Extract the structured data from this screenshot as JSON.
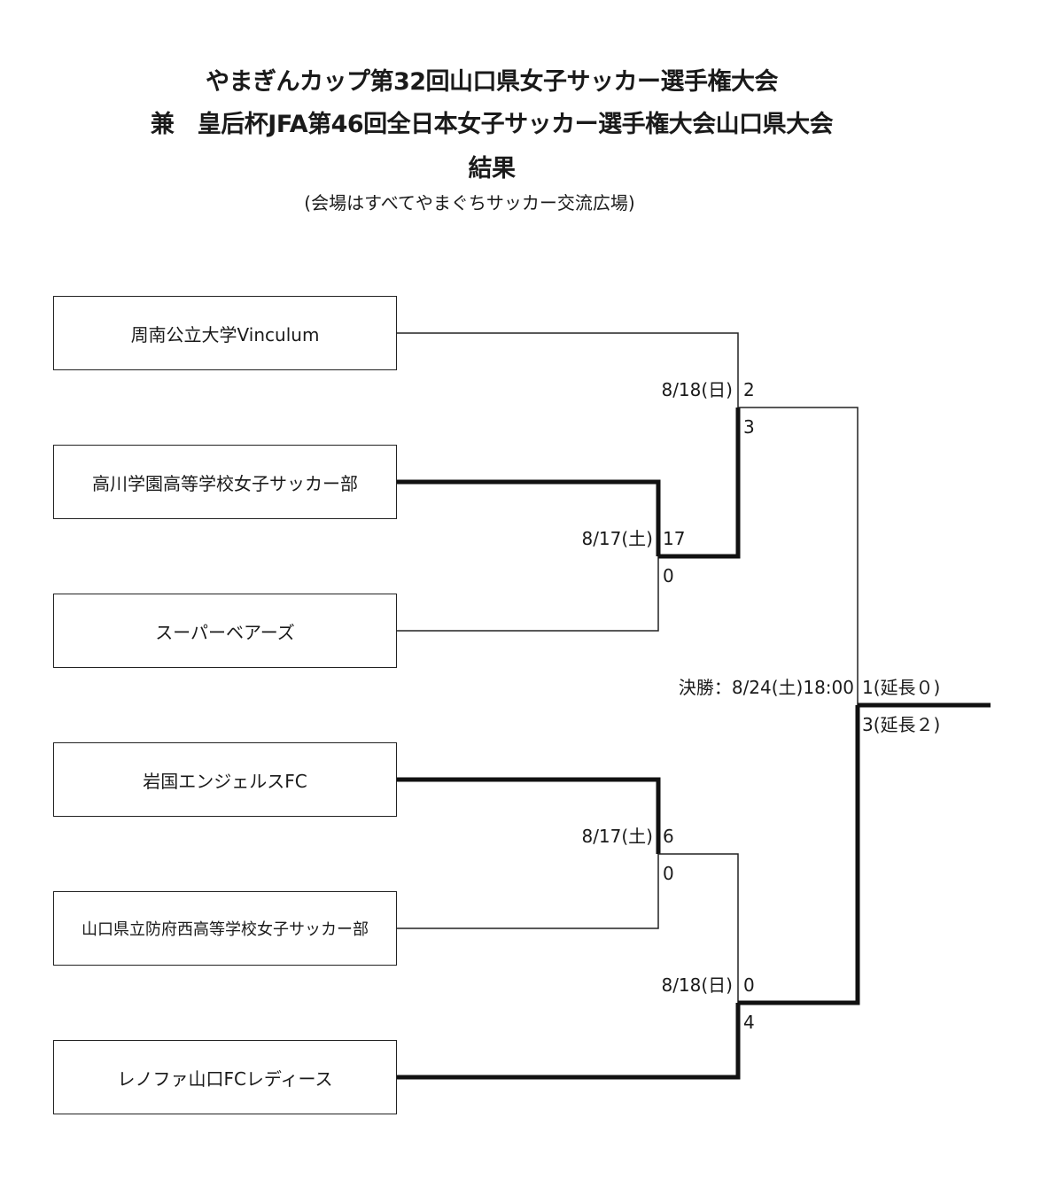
{
  "header": {
    "title_line1": "やまぎんカップ第32回山口県女子サッカー選手権大会",
    "title_line2": "兼　皇后杯JFA第46回全日本女子サッカー選手権大会山口県大会",
    "title_line3": "結果",
    "venue_note": "(会場はすべてやまぐちサッカー交流広場)"
  },
  "teams": [
    "周南公立大学Vinculum",
    "高川学園高等学校女子サッカー部",
    "スーパーベアーズ",
    "岩国エンジェルスFC",
    "山口県立防府西高等学校女子サッカー部",
    "レノファ山口FCレディース"
  ],
  "matches": {
    "semi1_top": {
      "date": "8/17(土)",
      "score_top": "17",
      "score_bottom": "0"
    },
    "semi2_top": {
      "date": "8/18(日)",
      "score_top": "2",
      "score_bottom": "3"
    },
    "semi1_bottom": {
      "date": "8/17(土)",
      "score_top": "6",
      "score_bottom": "0"
    },
    "semi2_bottom": {
      "date": "8/18(日)",
      "score_top": "0",
      "score_bottom": "4"
    },
    "final": {
      "label": "決勝：8/24(土)18:00",
      "score_top": "1(延長０)",
      "score_bottom": "3(延長２)"
    }
  },
  "colors": {
    "line": "#222222",
    "winner_line": "#111111"
  }
}
